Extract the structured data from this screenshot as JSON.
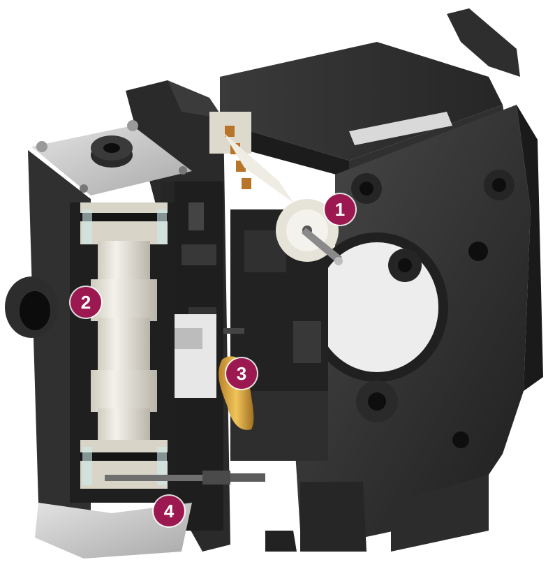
{
  "diagram": {
    "callouts": [
      {
        "id": "1",
        "label": "1"
      },
      {
        "id": "2",
        "label": "2"
      },
      {
        "id": "3",
        "label": "3"
      },
      {
        "id": "4",
        "label": "4"
      }
    ],
    "colors": {
      "callout_fill": "#9b1850",
      "housing_dark": "#2b2b2b",
      "housing_mid": "#3d3d3d",
      "housing_light": "#555555",
      "cut_face": "#1f1f1f",
      "piston_light": "#e6e4dc",
      "metal_plate": "#c9c9c9",
      "brass": "#d8a23a",
      "copper": "#b8752a"
    }
  }
}
